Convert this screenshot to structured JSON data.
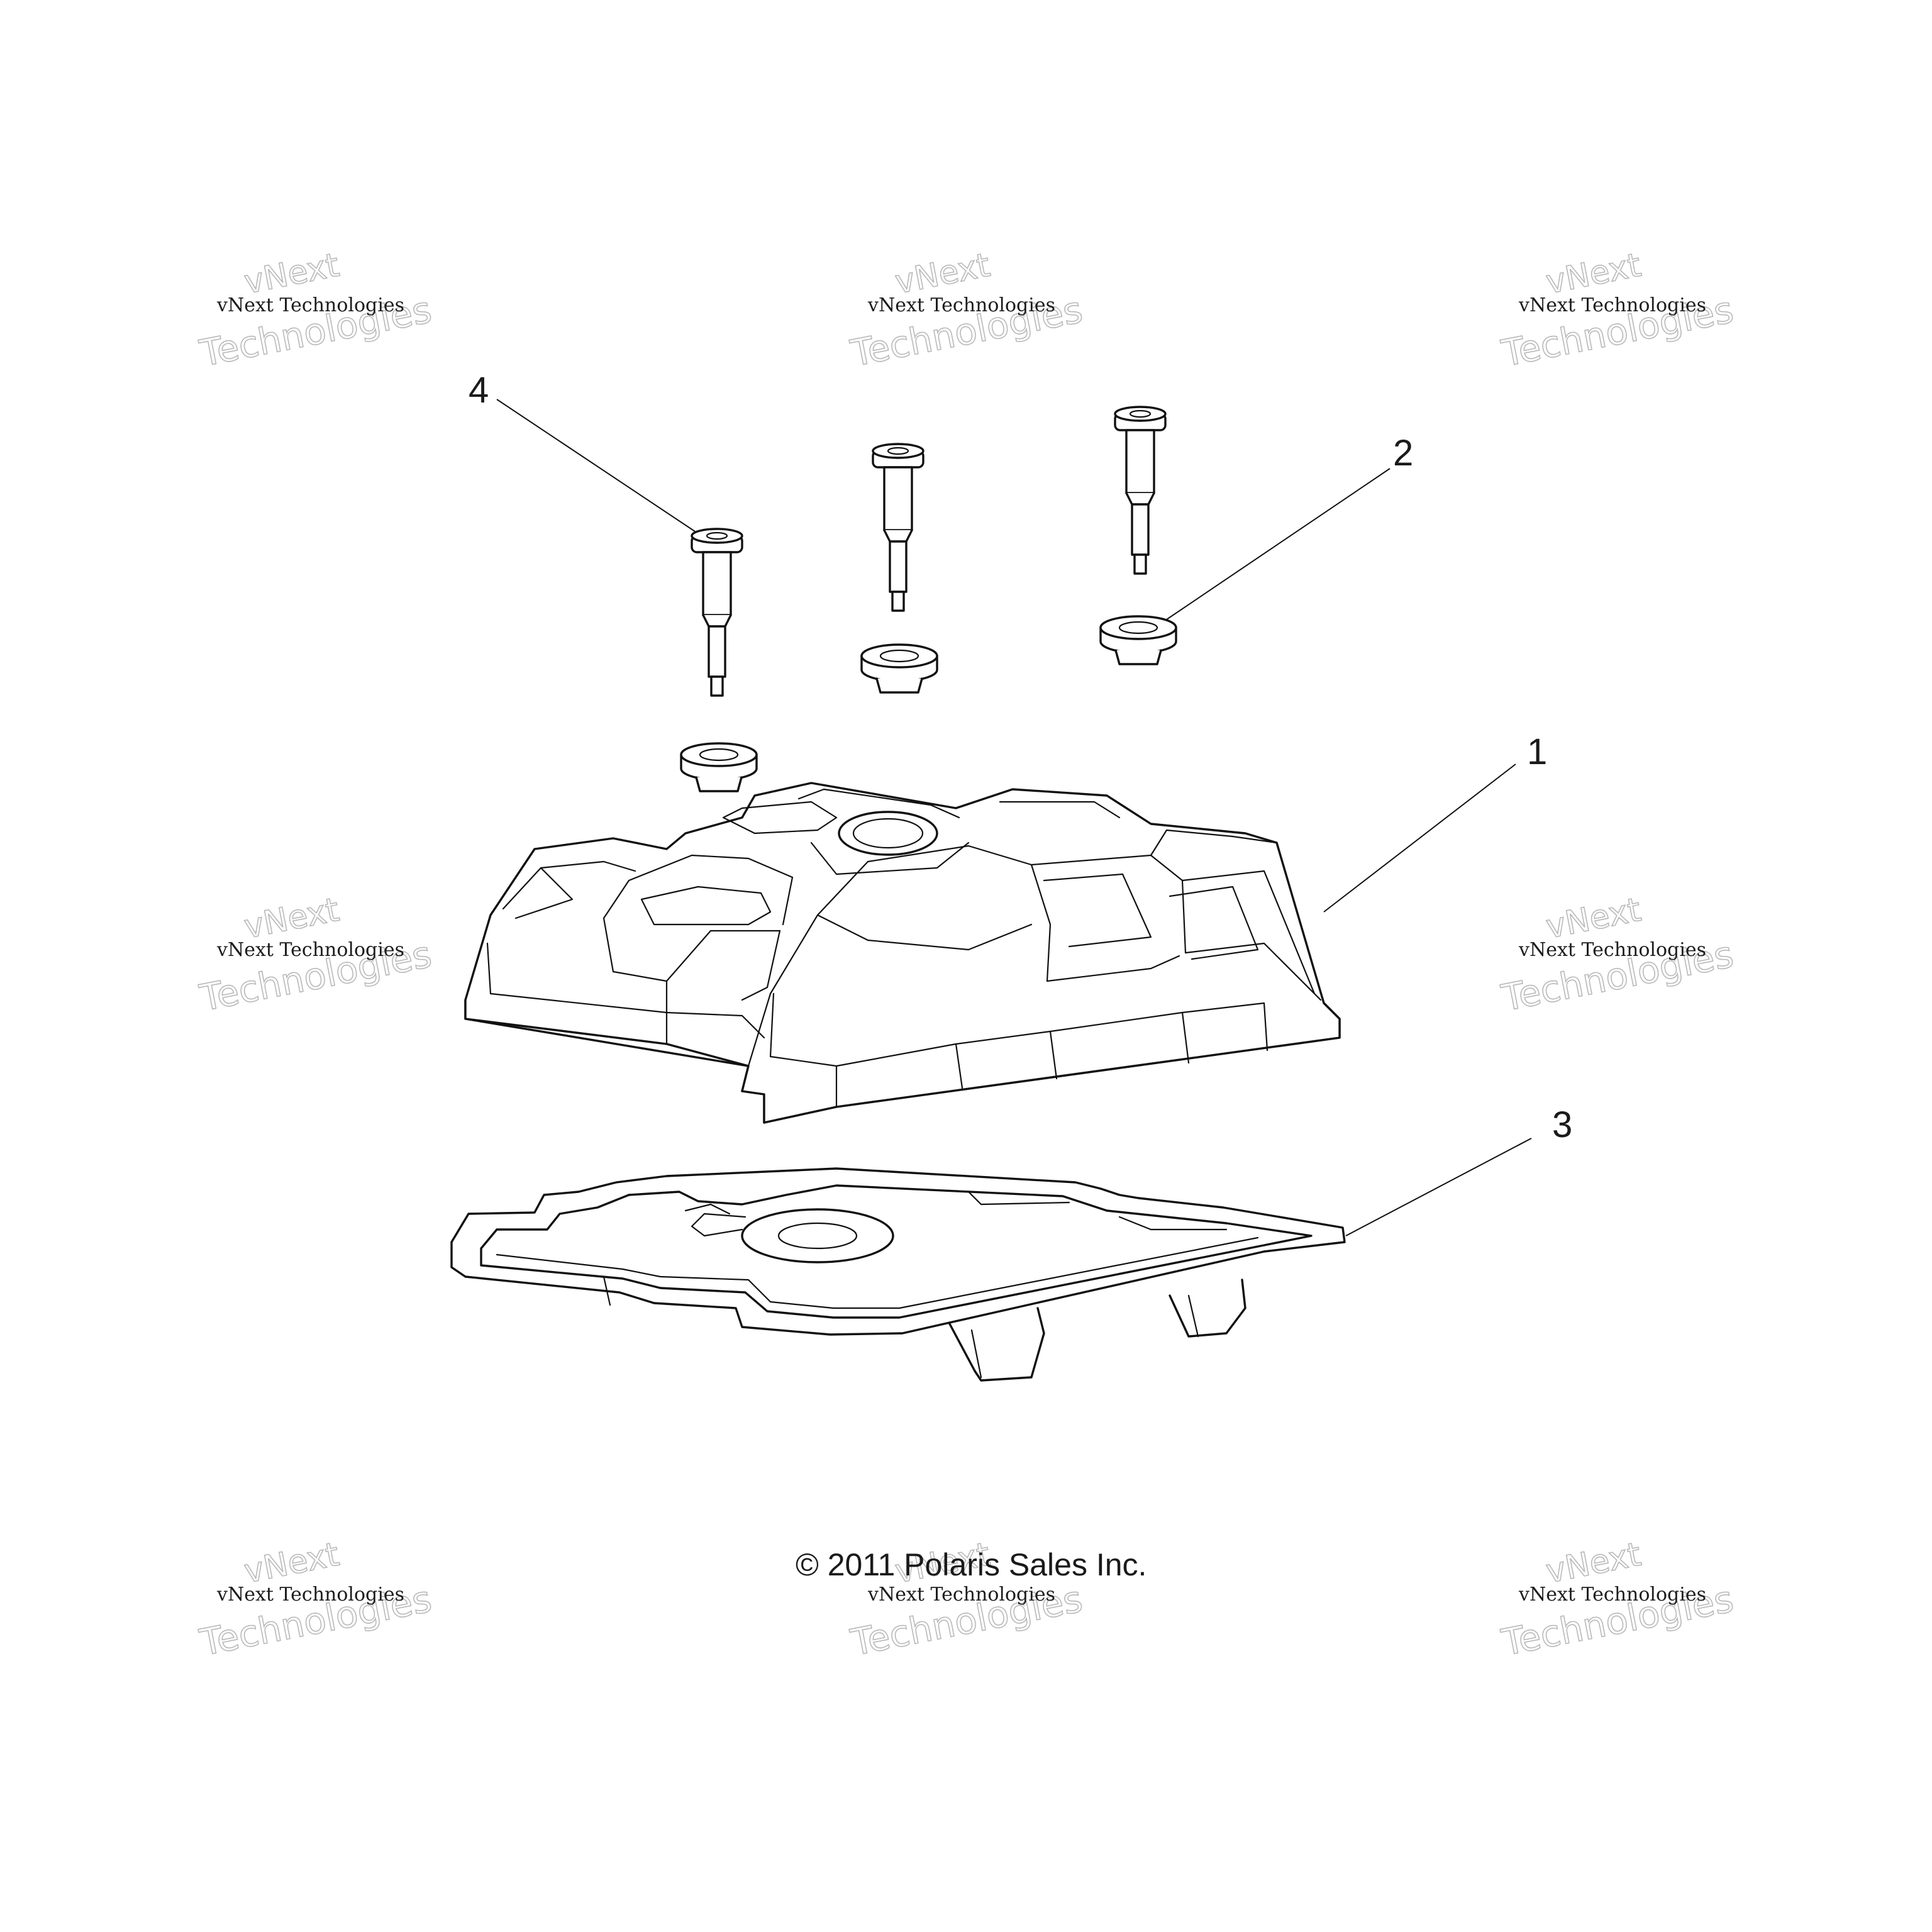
{
  "callouts": [
    {
      "id": "cover",
      "label": "1"
    },
    {
      "id": "grommet",
      "label": "2"
    },
    {
      "id": "gasket",
      "label": "3"
    },
    {
      "id": "bolt",
      "label": "4"
    }
  ],
  "copyright": "© 2011 Polaris Sales Inc.",
  "watermark": {
    "line_small": "vNext Technologies",
    "line_mid": "vNext",
    "line_large": "Technologies",
    "color": "#b9b9b9"
  }
}
